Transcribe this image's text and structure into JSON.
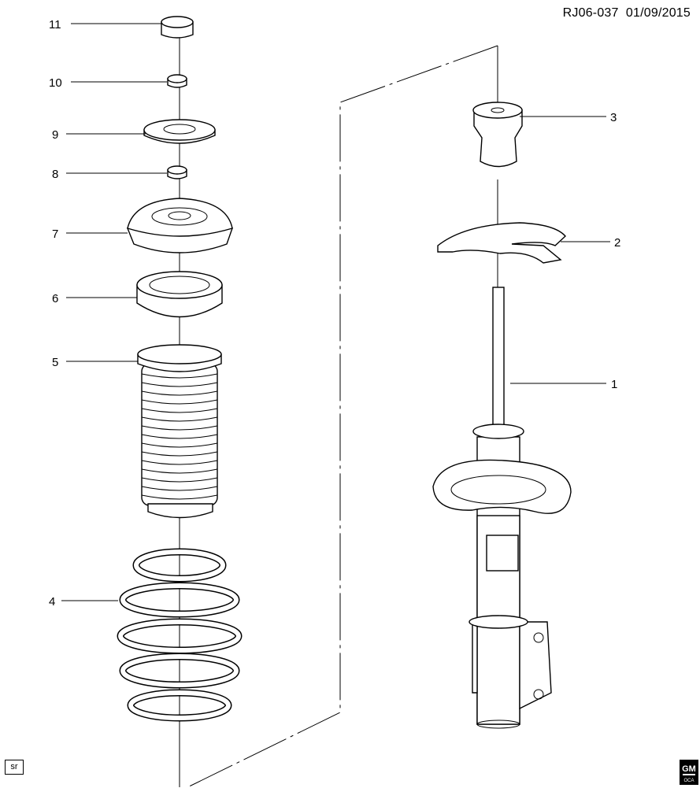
{
  "header": {
    "code": "RJ06-037",
    "date": "01/09/2015"
  },
  "callouts": [
    "1",
    "2",
    "3",
    "4",
    "5",
    "6",
    "7",
    "8",
    "9",
    "10",
    "11"
  ],
  "footer": {
    "sr_badge": "sr",
    "logo": "GM OCA"
  }
}
